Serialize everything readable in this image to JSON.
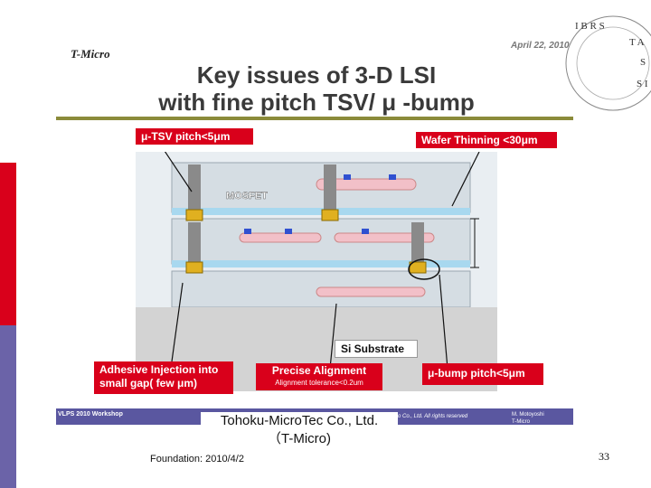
{
  "colors": {
    "accent_red": "#d9001b",
    "accent_purple": "#6b63a8",
    "rule_olive": "#8b8b3a"
  },
  "header": {
    "logo": "T-Micro",
    "date": "April 22, 2010",
    "seal_text": "IBRS TAS SIS"
  },
  "title": {
    "line1": "Key issues of 3-D LSI",
    "line2": "with fine pitch TSV/ μ -bump"
  },
  "labels": {
    "tsv": "μ-TSV   pitch<5μm",
    "thinning": "Wafer Thinning  <30μm",
    "mosfet": "MOSFET",
    "si_substrate": "Si Substrate",
    "adhesive_line1": "Adhesive Injection into",
    "adhesive_line2": "small gap( few μm)",
    "alignment": "Precise Alignment",
    "alignment_sub": "Alignment tolerance<0.2um",
    "bump": "μ-bump   pitch<5μm"
  },
  "footer": {
    "banner_left": "VLPS 2010 Workshop",
    "banner_right": "o Co., Ltd. All rights reserved",
    "author_line1": "M. Motoyoshi",
    "author_line2": "T-Micro",
    "company_line1": "Tohoku-MicroTec Co., Ltd.",
    "company_line2": "（T-Micro)",
    "foundation": "Foundation: 2010/4/2",
    "page_number": "33"
  }
}
